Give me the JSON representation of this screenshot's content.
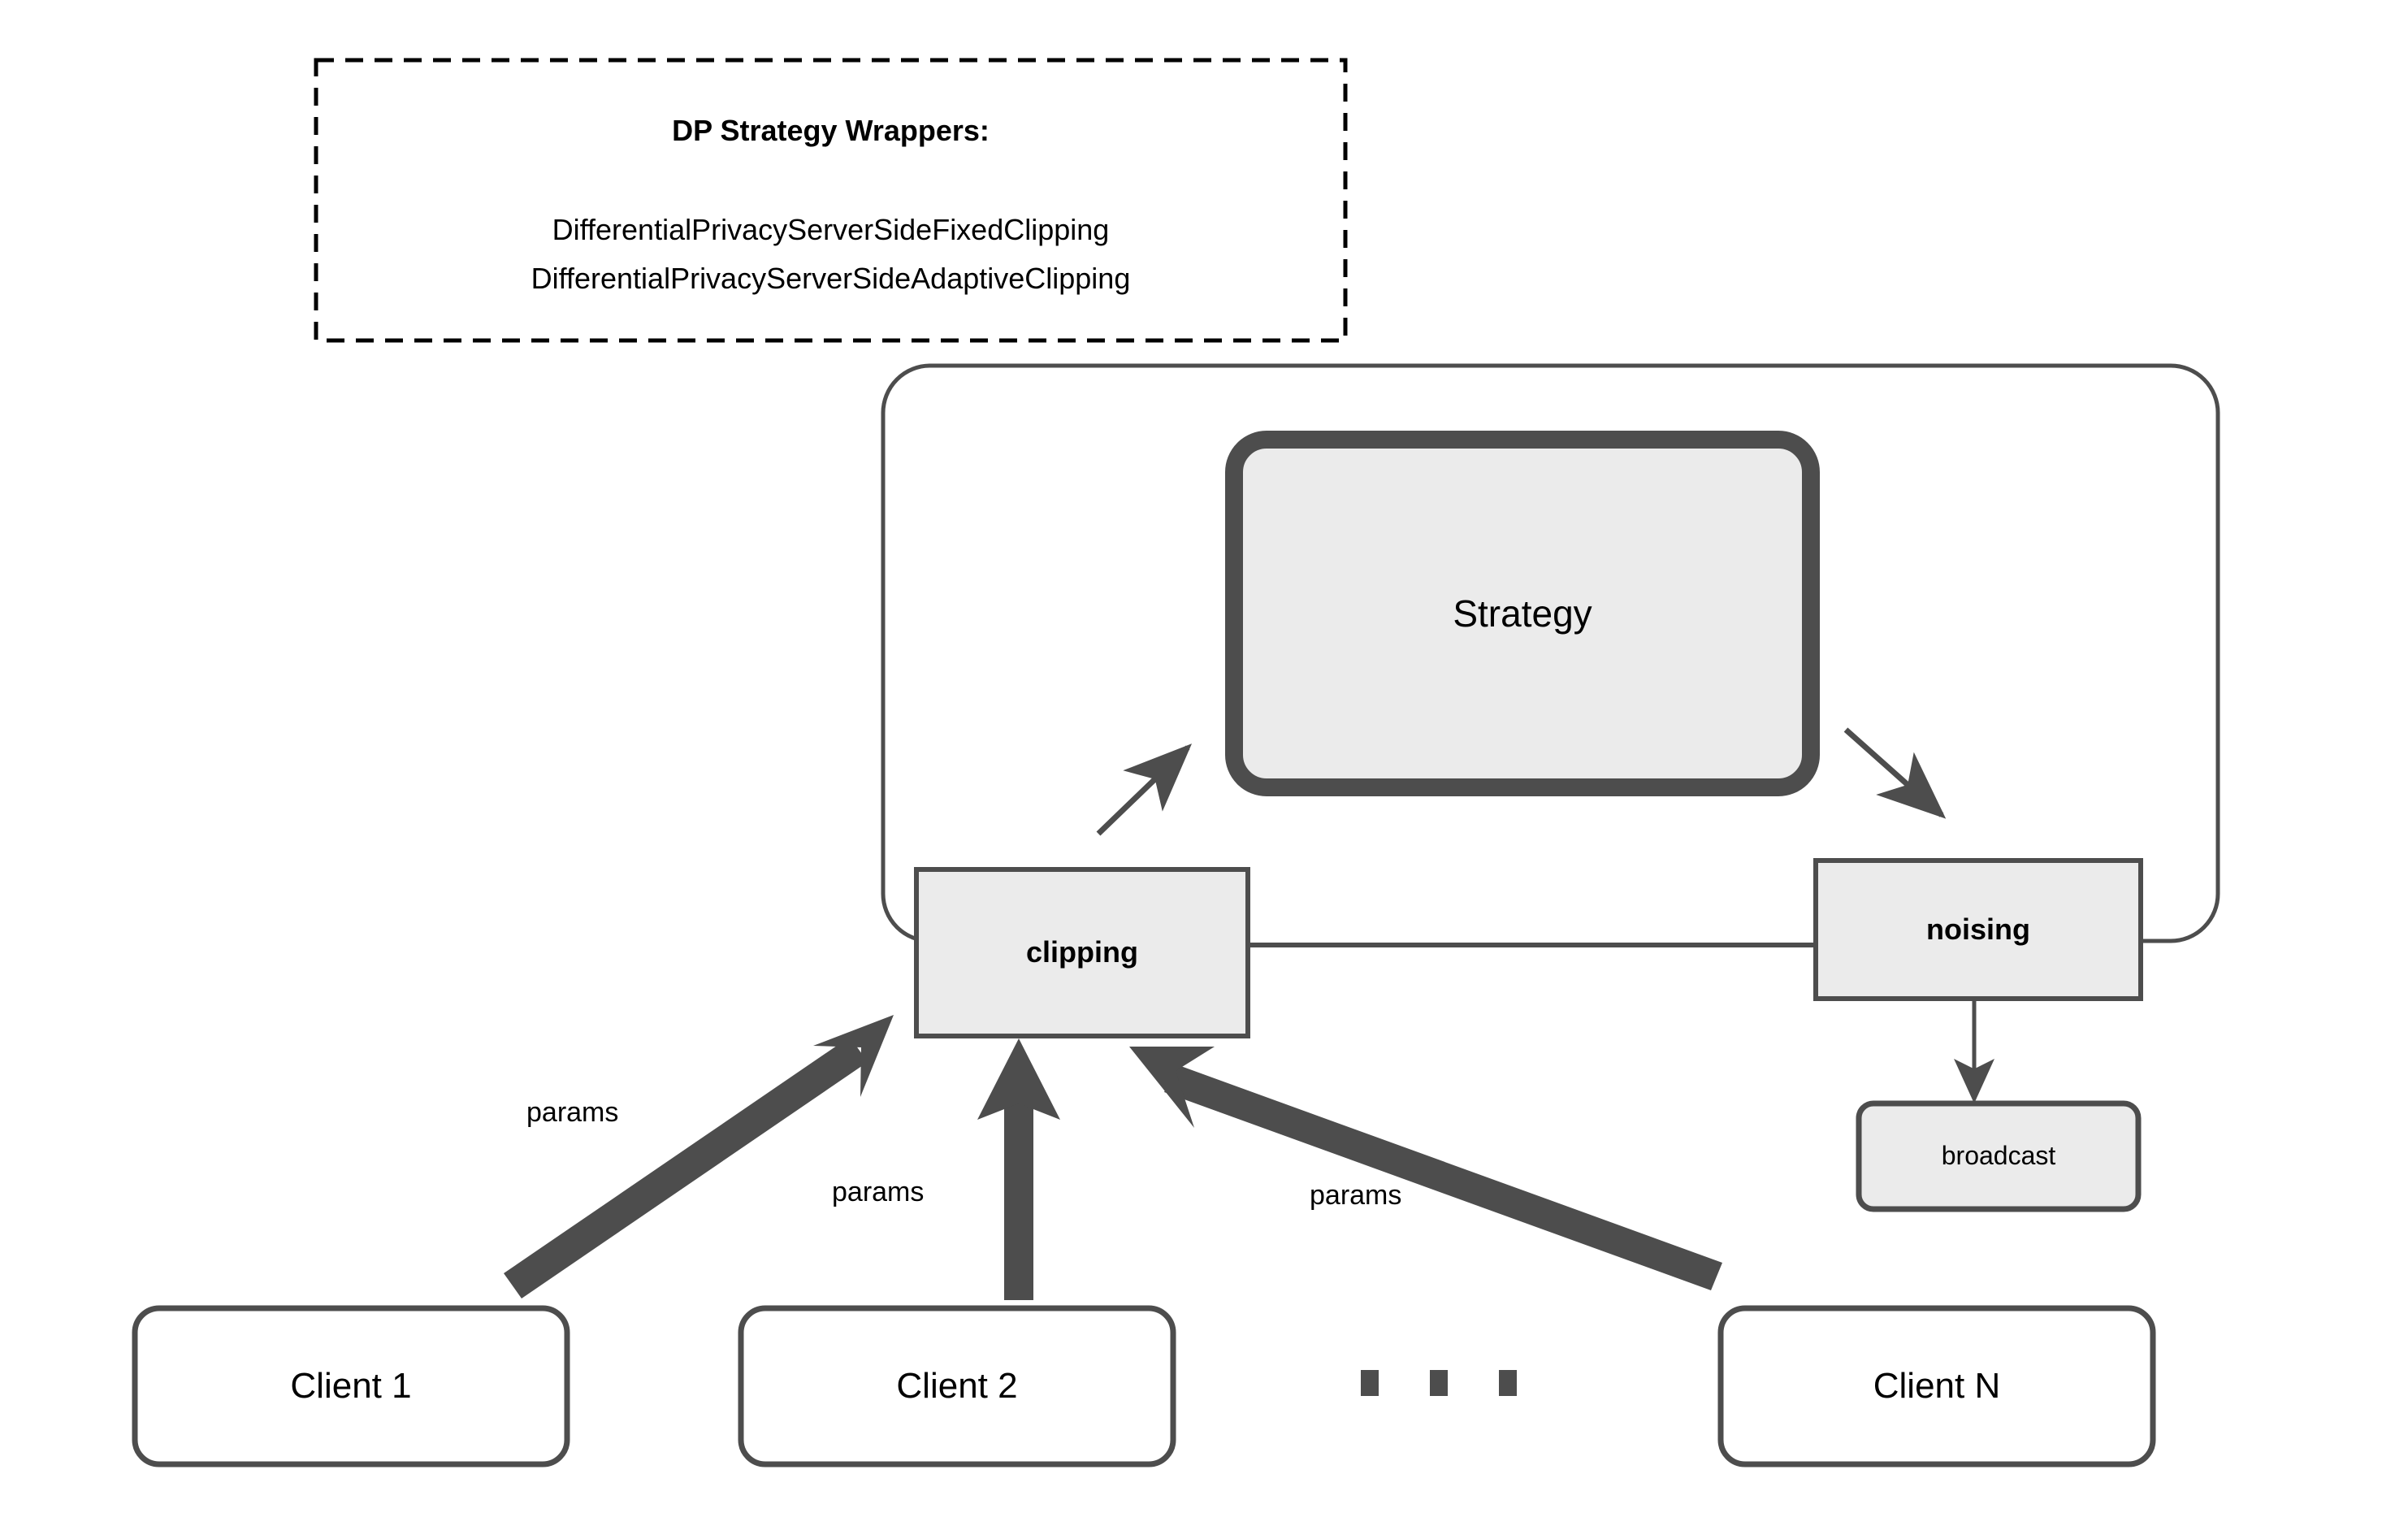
{
  "diagram": {
    "title_block": {
      "heading": "DP Strategy Wrappers:",
      "lines": [
        "DifferentialPrivacyServerSideFixedClipping",
        "DifferentialPrivacyServerSideAdaptiveClipping"
      ]
    },
    "server": {
      "strategy_label": "Strategy",
      "clipping_label": "clipping",
      "noising_label": "noising",
      "broadcast_label": "broadcast"
    },
    "clients": [
      {
        "label": "Client 1"
      },
      {
        "label": "Client 2"
      },
      {
        "label": "Client N"
      }
    ],
    "ellipsis": "• • •",
    "edges": [
      {
        "label": "params",
        "from": "Client 1",
        "to": "clipping"
      },
      {
        "label": "params",
        "from": "Client 2",
        "to": "clipping"
      },
      {
        "label": "params",
        "from": "Client N",
        "to": "clipping"
      }
    ],
    "colors": {
      "stroke_dark": "#4D4D4D",
      "fill_gray": "#EBEBEB",
      "fill_white": "#FFFFFF",
      "dash_black": "#000000",
      "text": "#000000"
    }
  }
}
